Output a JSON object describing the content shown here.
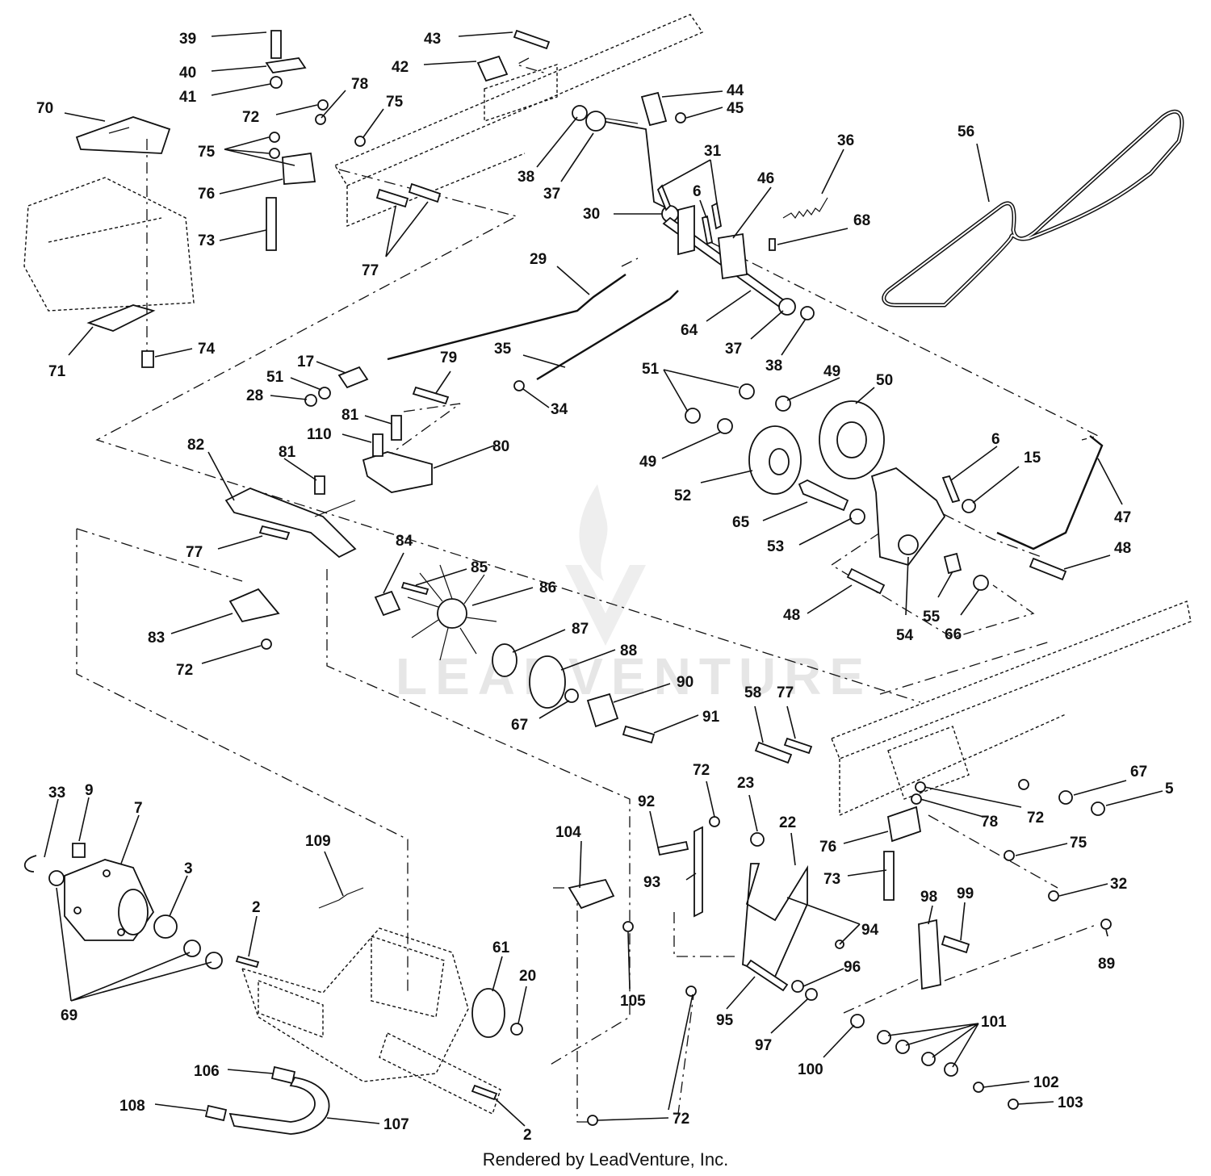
{
  "footer": "Rendered by LeadVenture, Inc.",
  "watermark": "LEADVENTURE",
  "callouts": [
    {
      "id": "c39",
      "label": "39"
    },
    {
      "id": "c40",
      "label": "40"
    },
    {
      "id": "c41",
      "label": "41"
    },
    {
      "id": "c43",
      "label": "43"
    },
    {
      "id": "c42",
      "label": "42"
    },
    {
      "id": "c44",
      "label": "44"
    },
    {
      "id": "c45",
      "label": "45"
    },
    {
      "id": "c70",
      "label": "70"
    },
    {
      "id": "c72a",
      "label": "72"
    },
    {
      "id": "c78a",
      "label": "78"
    },
    {
      "id": "c75a",
      "label": "75"
    },
    {
      "id": "c75b",
      "label": "75"
    },
    {
      "id": "c76a",
      "label": "76"
    },
    {
      "id": "c73a",
      "label": "73"
    },
    {
      "id": "c77a",
      "label": "77"
    },
    {
      "id": "c38a",
      "label": "38"
    },
    {
      "id": "c37a",
      "label": "37"
    },
    {
      "id": "c31",
      "label": "31"
    },
    {
      "id": "c36",
      "label": "36"
    },
    {
      "id": "c56",
      "label": "56"
    },
    {
      "id": "c30",
      "label": "30"
    },
    {
      "id": "c6a",
      "label": "6"
    },
    {
      "id": "c46",
      "label": "46"
    },
    {
      "id": "c68",
      "label": "68"
    },
    {
      "id": "c29",
      "label": "29"
    },
    {
      "id": "c64",
      "label": "64"
    },
    {
      "id": "c37b",
      "label": "37"
    },
    {
      "id": "c38b",
      "label": "38"
    },
    {
      "id": "c71",
      "label": "71"
    },
    {
      "id": "c74",
      "label": "74"
    },
    {
      "id": "c17",
      "label": "17"
    },
    {
      "id": "c51a",
      "label": "51"
    },
    {
      "id": "c28",
      "label": "28"
    },
    {
      "id": "c79",
      "label": "79"
    },
    {
      "id": "c35",
      "label": "35"
    },
    {
      "id": "c34",
      "label": "34"
    },
    {
      "id": "c51b",
      "label": "51"
    },
    {
      "id": "c49a",
      "label": "49"
    },
    {
      "id": "c50",
      "label": "50"
    },
    {
      "id": "c49b",
      "label": "49"
    },
    {
      "id": "c81a",
      "label": "81"
    },
    {
      "id": "c110",
      "label": "110"
    },
    {
      "id": "c80",
      "label": "80"
    },
    {
      "id": "c82",
      "label": "82"
    },
    {
      "id": "c81b",
      "label": "81"
    },
    {
      "id": "c6b",
      "label": "6"
    },
    {
      "id": "c15",
      "label": "15"
    },
    {
      "id": "c52",
      "label": "52"
    },
    {
      "id": "c65",
      "label": "65"
    },
    {
      "id": "c47",
      "label": "47"
    },
    {
      "id": "c53",
      "label": "53"
    },
    {
      "id": "c48a",
      "label": "48"
    },
    {
      "id": "c77b",
      "label": "77"
    },
    {
      "id": "c84",
      "label": "84"
    },
    {
      "id": "c85",
      "label": "85"
    },
    {
      "id": "c86",
      "label": "86"
    },
    {
      "id": "c87",
      "label": "87"
    },
    {
      "id": "c88",
      "label": "88"
    },
    {
      "id": "c48b",
      "label": "48"
    },
    {
      "id": "c55",
      "label": "55"
    },
    {
      "id": "c54",
      "label": "54"
    },
    {
      "id": "c66",
      "label": "66"
    },
    {
      "id": "c83",
      "label": "83"
    },
    {
      "id": "c72b",
      "label": "72"
    },
    {
      "id": "c90",
      "label": "90"
    },
    {
      "id": "c67a",
      "label": "67"
    },
    {
      "id": "c91",
      "label": "91"
    },
    {
      "id": "c58",
      "label": "58"
    },
    {
      "id": "c77c",
      "label": "77"
    },
    {
      "id": "c72c",
      "label": "72"
    },
    {
      "id": "c23",
      "label": "23"
    },
    {
      "id": "c67b",
      "label": "67"
    },
    {
      "id": "c5",
      "label": "5"
    },
    {
      "id": "c33",
      "label": "33"
    },
    {
      "id": "c9",
      "label": "9"
    },
    {
      "id": "c7",
      "label": "7"
    },
    {
      "id": "c92",
      "label": "92"
    },
    {
      "id": "c22",
      "label": "22"
    },
    {
      "id": "c72d",
      "label": "72"
    },
    {
      "id": "c78b",
      "label": "78"
    },
    {
      "id": "c104",
      "label": "104"
    },
    {
      "id": "c109",
      "label": "109"
    },
    {
      "id": "c76b",
      "label": "76"
    },
    {
      "id": "c75c",
      "label": "75"
    },
    {
      "id": "c3",
      "label": "3"
    },
    {
      "id": "c93",
      "label": "93"
    },
    {
      "id": "c73b",
      "label": "73"
    },
    {
      "id": "c32",
      "label": "32"
    },
    {
      "id": "c98",
      "label": "98"
    },
    {
      "id": "c99",
      "label": "99"
    },
    {
      "id": "c2a",
      "label": "2"
    },
    {
      "id": "c94",
      "label": "94"
    },
    {
      "id": "c61",
      "label": "61"
    },
    {
      "id": "c20",
      "label": "20"
    },
    {
      "id": "c89",
      "label": "89"
    },
    {
      "id": "c96",
      "label": "96"
    },
    {
      "id": "c105",
      "label": "105"
    },
    {
      "id": "c69",
      "label": "69"
    },
    {
      "id": "c95",
      "label": "95"
    },
    {
      "id": "c101",
      "label": "101"
    },
    {
      "id": "c97",
      "label": "97"
    },
    {
      "id": "c100",
      "label": "100"
    },
    {
      "id": "c106",
      "label": "106"
    },
    {
      "id": "c102",
      "label": "102"
    },
    {
      "id": "c108",
      "label": "108"
    },
    {
      "id": "c107",
      "label": "107"
    },
    {
      "id": "c2b",
      "label": "2"
    },
    {
      "id": "c72e",
      "label": "72"
    },
    {
      "id": "c103",
      "label": "103"
    }
  ]
}
